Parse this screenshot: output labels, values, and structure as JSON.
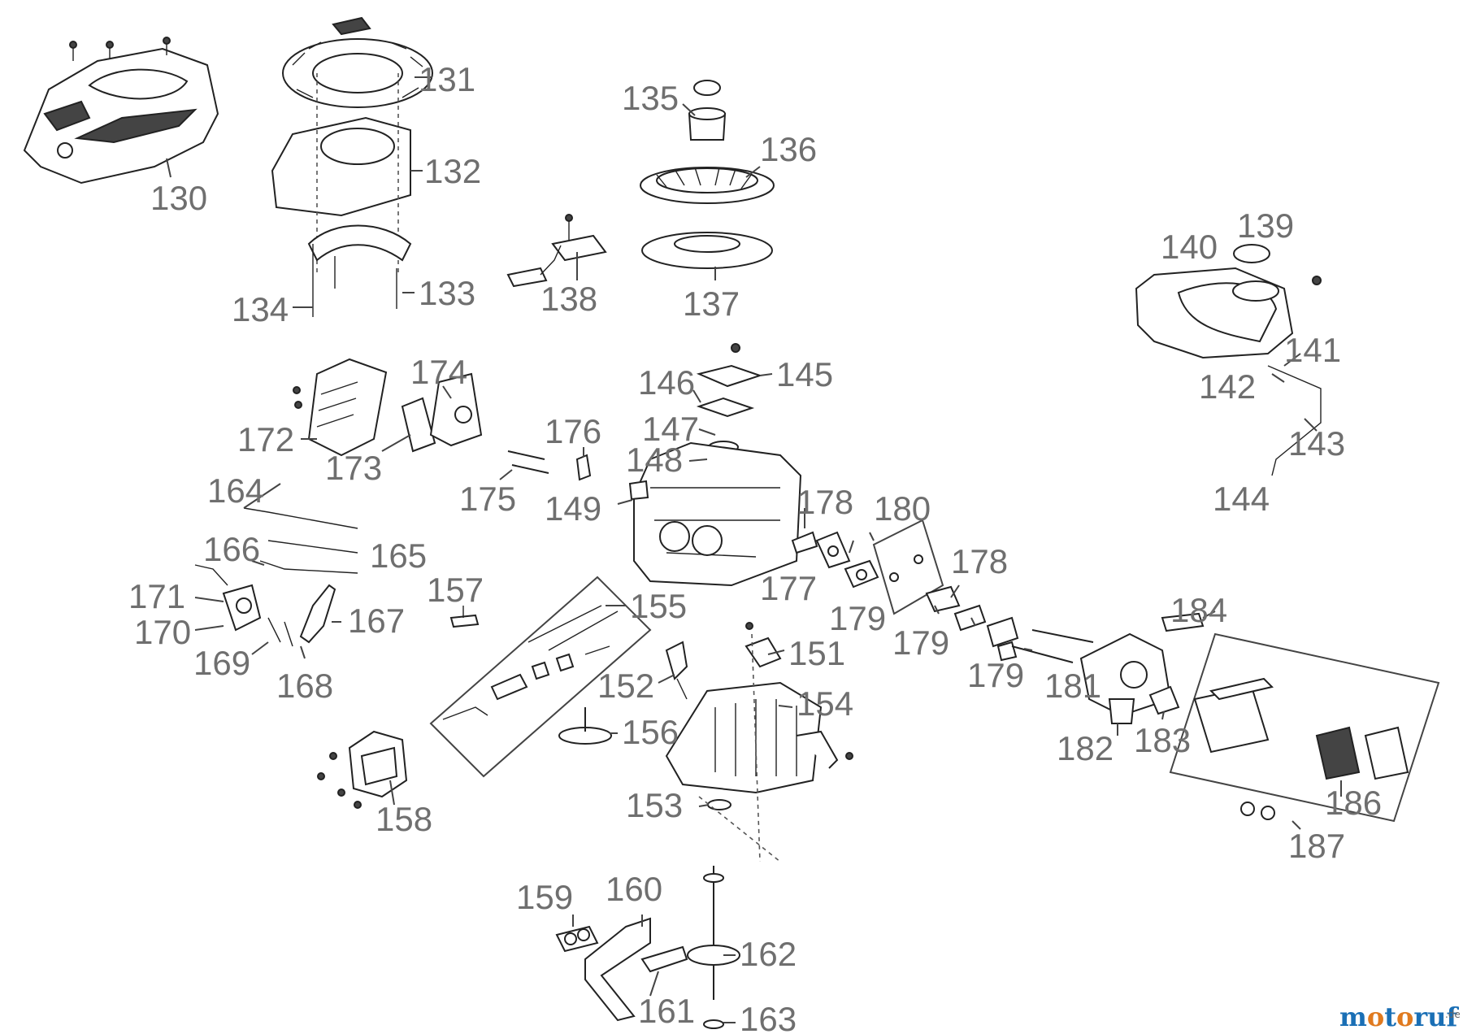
{
  "diagram": {
    "labels": {
      "p130": "130",
      "p131": "131",
      "p132": "132",
      "p133": "133",
      "p134": "134",
      "p135": "135",
      "p136": "136",
      "p137": "137",
      "p138": "138",
      "p139": "139",
      "p140": "140",
      "p141": "141",
      "p142": "142",
      "p143": "143",
      "p144": "144",
      "p145": "145",
      "p146": "146",
      "p147": "147",
      "p148": "148",
      "p149": "149",
      "p151": "151",
      "p152": "152",
      "p153": "153",
      "p154": "154",
      "p155": "155",
      "p156": "156",
      "p157": "157",
      "p158": "158",
      "p159": "159",
      "p160": "160",
      "p161": "161",
      "p162": "162",
      "p163": "163",
      "p164": "164",
      "p165": "165",
      "p166": "166",
      "p167": "167",
      "p168": "168",
      "p169": "169",
      "p170": "170",
      "p171": "171",
      "p172": "172",
      "p173": "173",
      "p174": "174",
      "p175": "175",
      "p176": "176",
      "p177": "177",
      "p178a": "178",
      "p178b": "178",
      "p179a": "179",
      "p179b": "179",
      "p179c": "179",
      "p180": "180",
      "p181": "181",
      "p182": "182",
      "p183": "183",
      "p184": "184",
      "p186": "186",
      "p187": "187"
    }
  },
  "watermark": {
    "brand": "motoruf",
    "suffix": ".de",
    "colors": {
      "m": "#1a6fb5",
      "o1": "#e07a1f",
      "t": "#1a6fb5",
      "o2": "#e07a1f",
      "r": "#1a6fb5",
      "u": "#1a6fb5",
      "f": "#1a6fb5"
    }
  }
}
